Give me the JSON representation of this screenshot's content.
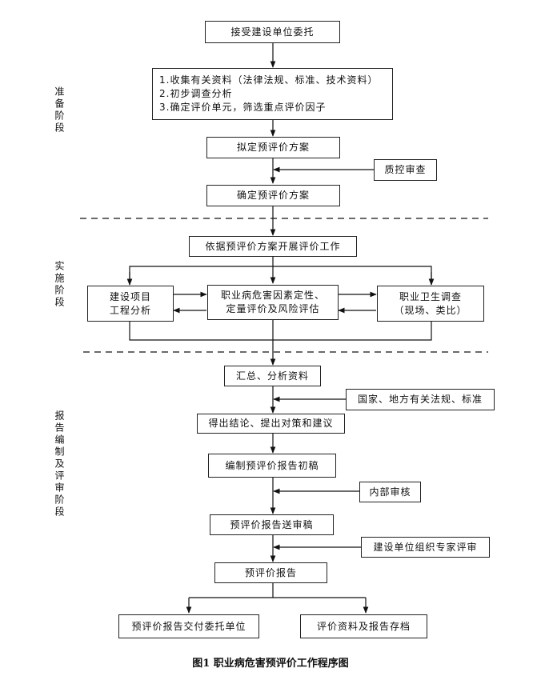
{
  "stages": {
    "prep": "准备阶段",
    "impl": "实施阶段",
    "report": "报告编制及评审阶段"
  },
  "boxes": {
    "accept": "接受建设单位委托",
    "collect": {
      "line1": "1.收集有关资料（法律法规、标准、技术资料）",
      "line2": "2.初步调查分析",
      "line3": "3.确定评价单元，筛选重点评价因子"
    },
    "draft_plan": "拟定预评价方案",
    "qc": "质控审查",
    "confirm_plan": "确定预评价方案",
    "carry_out": "依据预评价方案开展评价工作",
    "project": {
      "line1": "建设项目",
      "line2": "工程分析"
    },
    "hazard": {
      "line1": "职业病危害因素定性、",
      "line2": "定量评价及风险评估"
    },
    "survey": {
      "line1": "职业卫生调查",
      "line2": "（现场、类比）"
    },
    "summary": "汇总、分析资料",
    "laws": "国家、地方有关法规、标准",
    "conclusion": "得出结论、提出对策和建议",
    "draft_report": "编制预评价报告初稿",
    "internal": "内部审核",
    "submit": "预评价报告送审稿",
    "expert": "建设单位组织专家评审",
    "report": "预评价报告",
    "deliver": "预评价报告交付委托单位",
    "archive": "评价资料及报告存档"
  },
  "caption": "图1 职业病危害预评价工作程序图"
}
